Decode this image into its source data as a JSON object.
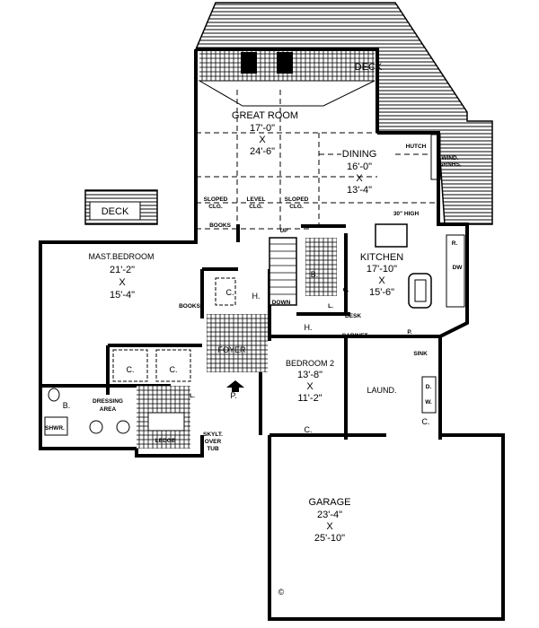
{
  "colors": {
    "ink": "#000000",
    "paper": "#ffffff"
  },
  "rooms": {
    "deck_top": "DECK",
    "great_room": {
      "name": "GREAT ROOM",
      "w": "17'-0\"",
      "x": "X",
      "d": "24'-6\""
    },
    "dining": {
      "name": "DINING",
      "w": "16'-0\"",
      "x": "X",
      "d": "13'-4\""
    },
    "hutch": "HUTCH",
    "wind_grnhs": [
      "WIND.",
      "GRNHS."
    ],
    "ceilings": [
      [
        "SLOPED",
        "CLG."
      ],
      [
        "LEVEL",
        "CLG."
      ],
      [
        "SLOPED",
        "CLG."
      ]
    ],
    "books_top": "BOOKS",
    "up": "UP",
    "high_30": "30\" HIGH",
    "deck_small": "DECK",
    "master": {
      "name": "MAST.BEDROOM",
      "w": "21'-2\"",
      "x": "X",
      "d": "15'-4\""
    },
    "kitchen": {
      "name": "KITCHEN",
      "w": "17'-10\"",
      "x": "X",
      "d": "15'-6\""
    },
    "refrigerator": "R.",
    "dishwasher": "DW",
    "hall_closet": "C.",
    "hall_h1": "H.",
    "books_mid": "BOOKS",
    "down": "DOWN",
    "bath2": "B.",
    "oven": "O.",
    "linen": "L.",
    "desk": "DESK",
    "hall_h2": "H.",
    "foyer": "FOYER",
    "cabinet": "CABINET",
    "pantry": "P.",
    "sink": "SINK",
    "bedroom2": {
      "name": "BEDROOM 2",
      "w": "13'-8\"",
      "x": "X",
      "d": "11'-2\""
    },
    "closet_a": "C.",
    "closet_b": "C.",
    "laundry": "LAUND.",
    "dryer": "D.",
    "washer": "W.",
    "laundry_closet": "C.",
    "dressing": [
      "DRESSING",
      "AREA"
    ],
    "bath1": "B.",
    "porch": "P.",
    "linen2": "L.",
    "shower": "SHWR.",
    "ledge": "LEDGE",
    "skylight": [
      "SKYLT.",
      "OVER",
      "TUB"
    ],
    "bedroom2_closet": "C.",
    "garage": {
      "name": "GARAGE",
      "w": "23'-4\"",
      "x": "X",
      "d": "25'-10\""
    },
    "copyright": "©"
  }
}
